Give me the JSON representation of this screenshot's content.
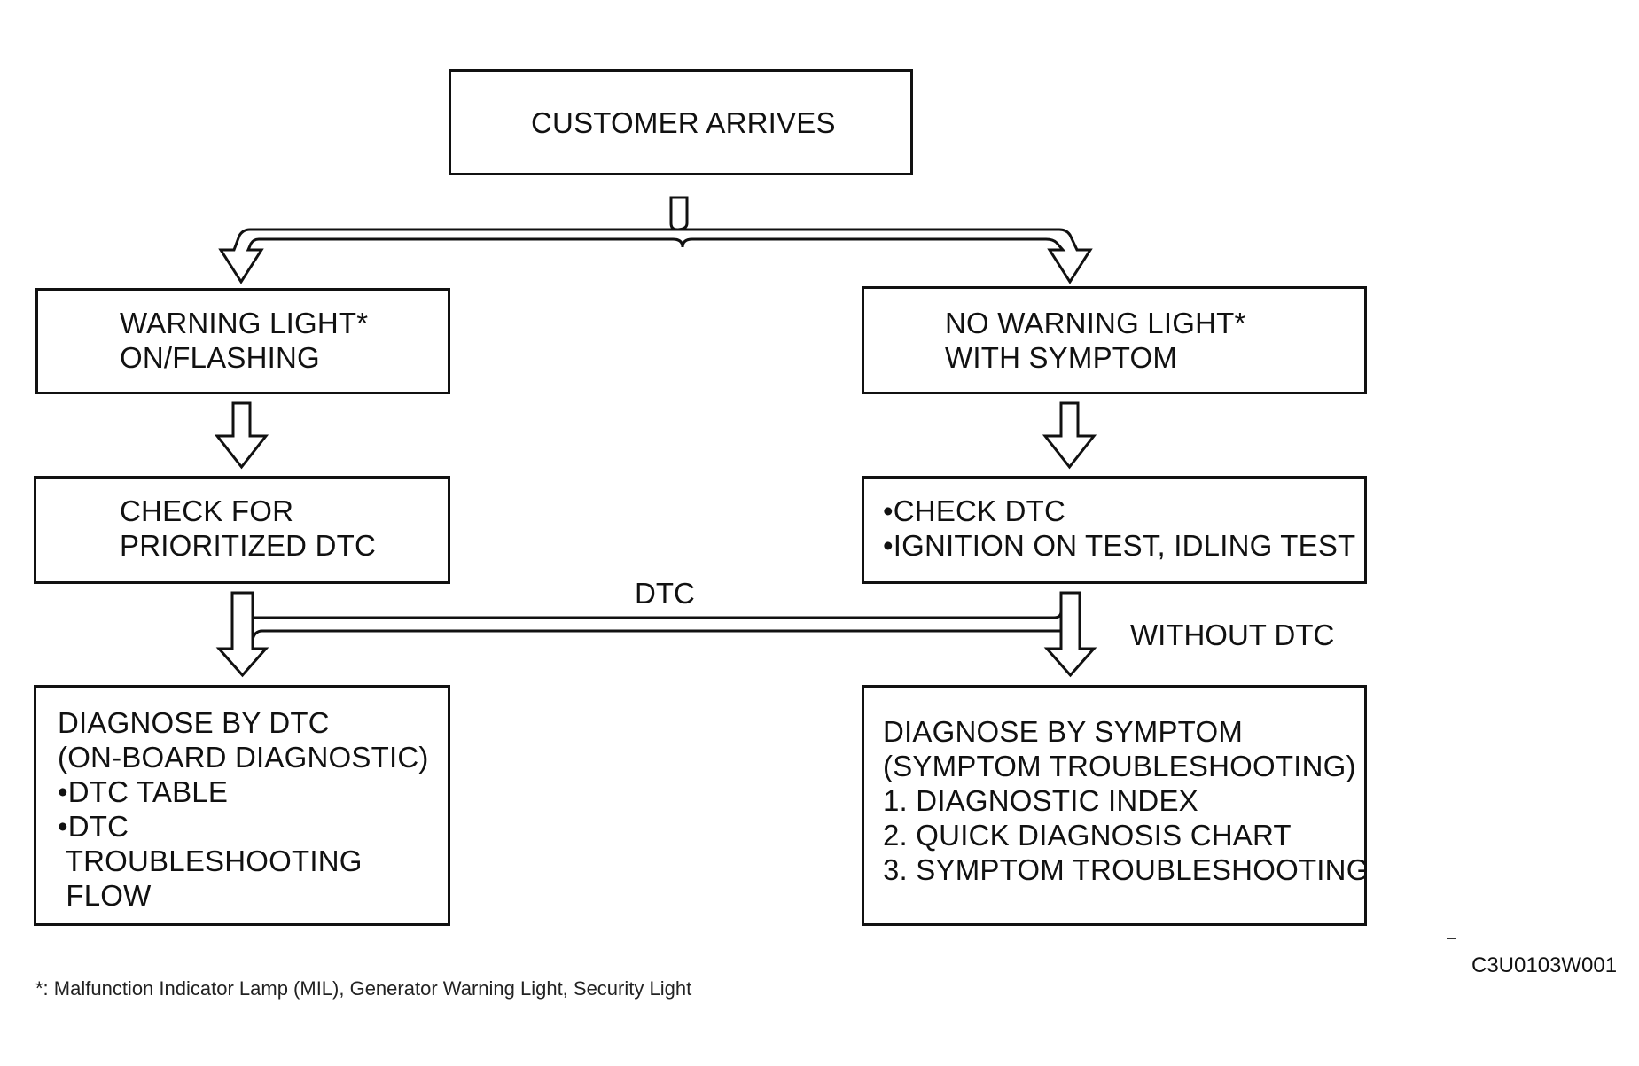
{
  "nodes": {
    "start": {
      "lines": [
        "CUSTOMER ARRIVES"
      ]
    },
    "warning_on": {
      "lines": [
        "WARNING LIGHT*",
        "ON/FLASHING"
      ]
    },
    "no_warning": {
      "lines": [
        "NO WARNING LIGHT*",
        "WITH SYMPTOM"
      ]
    },
    "check_prioritized": {
      "lines": [
        "CHECK FOR",
        "PRIORITIZED DTC"
      ]
    },
    "check_dtc": {
      "lines": [
        "•CHECK DTC",
        "•IGNITION ON TEST, IDLING TEST"
      ]
    },
    "diagnose_dtc": {
      "lines": [
        "DIAGNOSE BY DTC",
        "(ON-BOARD DIAGNOSTIC)",
        "•DTC TABLE",
        "•DTC",
        " TROUBLESHOOTING",
        " FLOW"
      ]
    },
    "diagnose_symptom": {
      "lines": [
        "DIAGNOSE BY SYMPTOM",
        "(SYMPTOM TROUBLESHOOTING)",
        "1. DIAGNOSTIC INDEX",
        "2. QUICK DIAGNOSIS CHART",
        "3. SYMPTOM TROUBLESHOOTING"
      ]
    }
  },
  "edge_labels": {
    "dtc": "DTC",
    "without_dtc": "WITHOUT DTC"
  },
  "footnote": "*: Malfunction Indicator Lamp (MIL), Generator Warning Light, Security Light",
  "figure_code": "C3U0103W001"
}
